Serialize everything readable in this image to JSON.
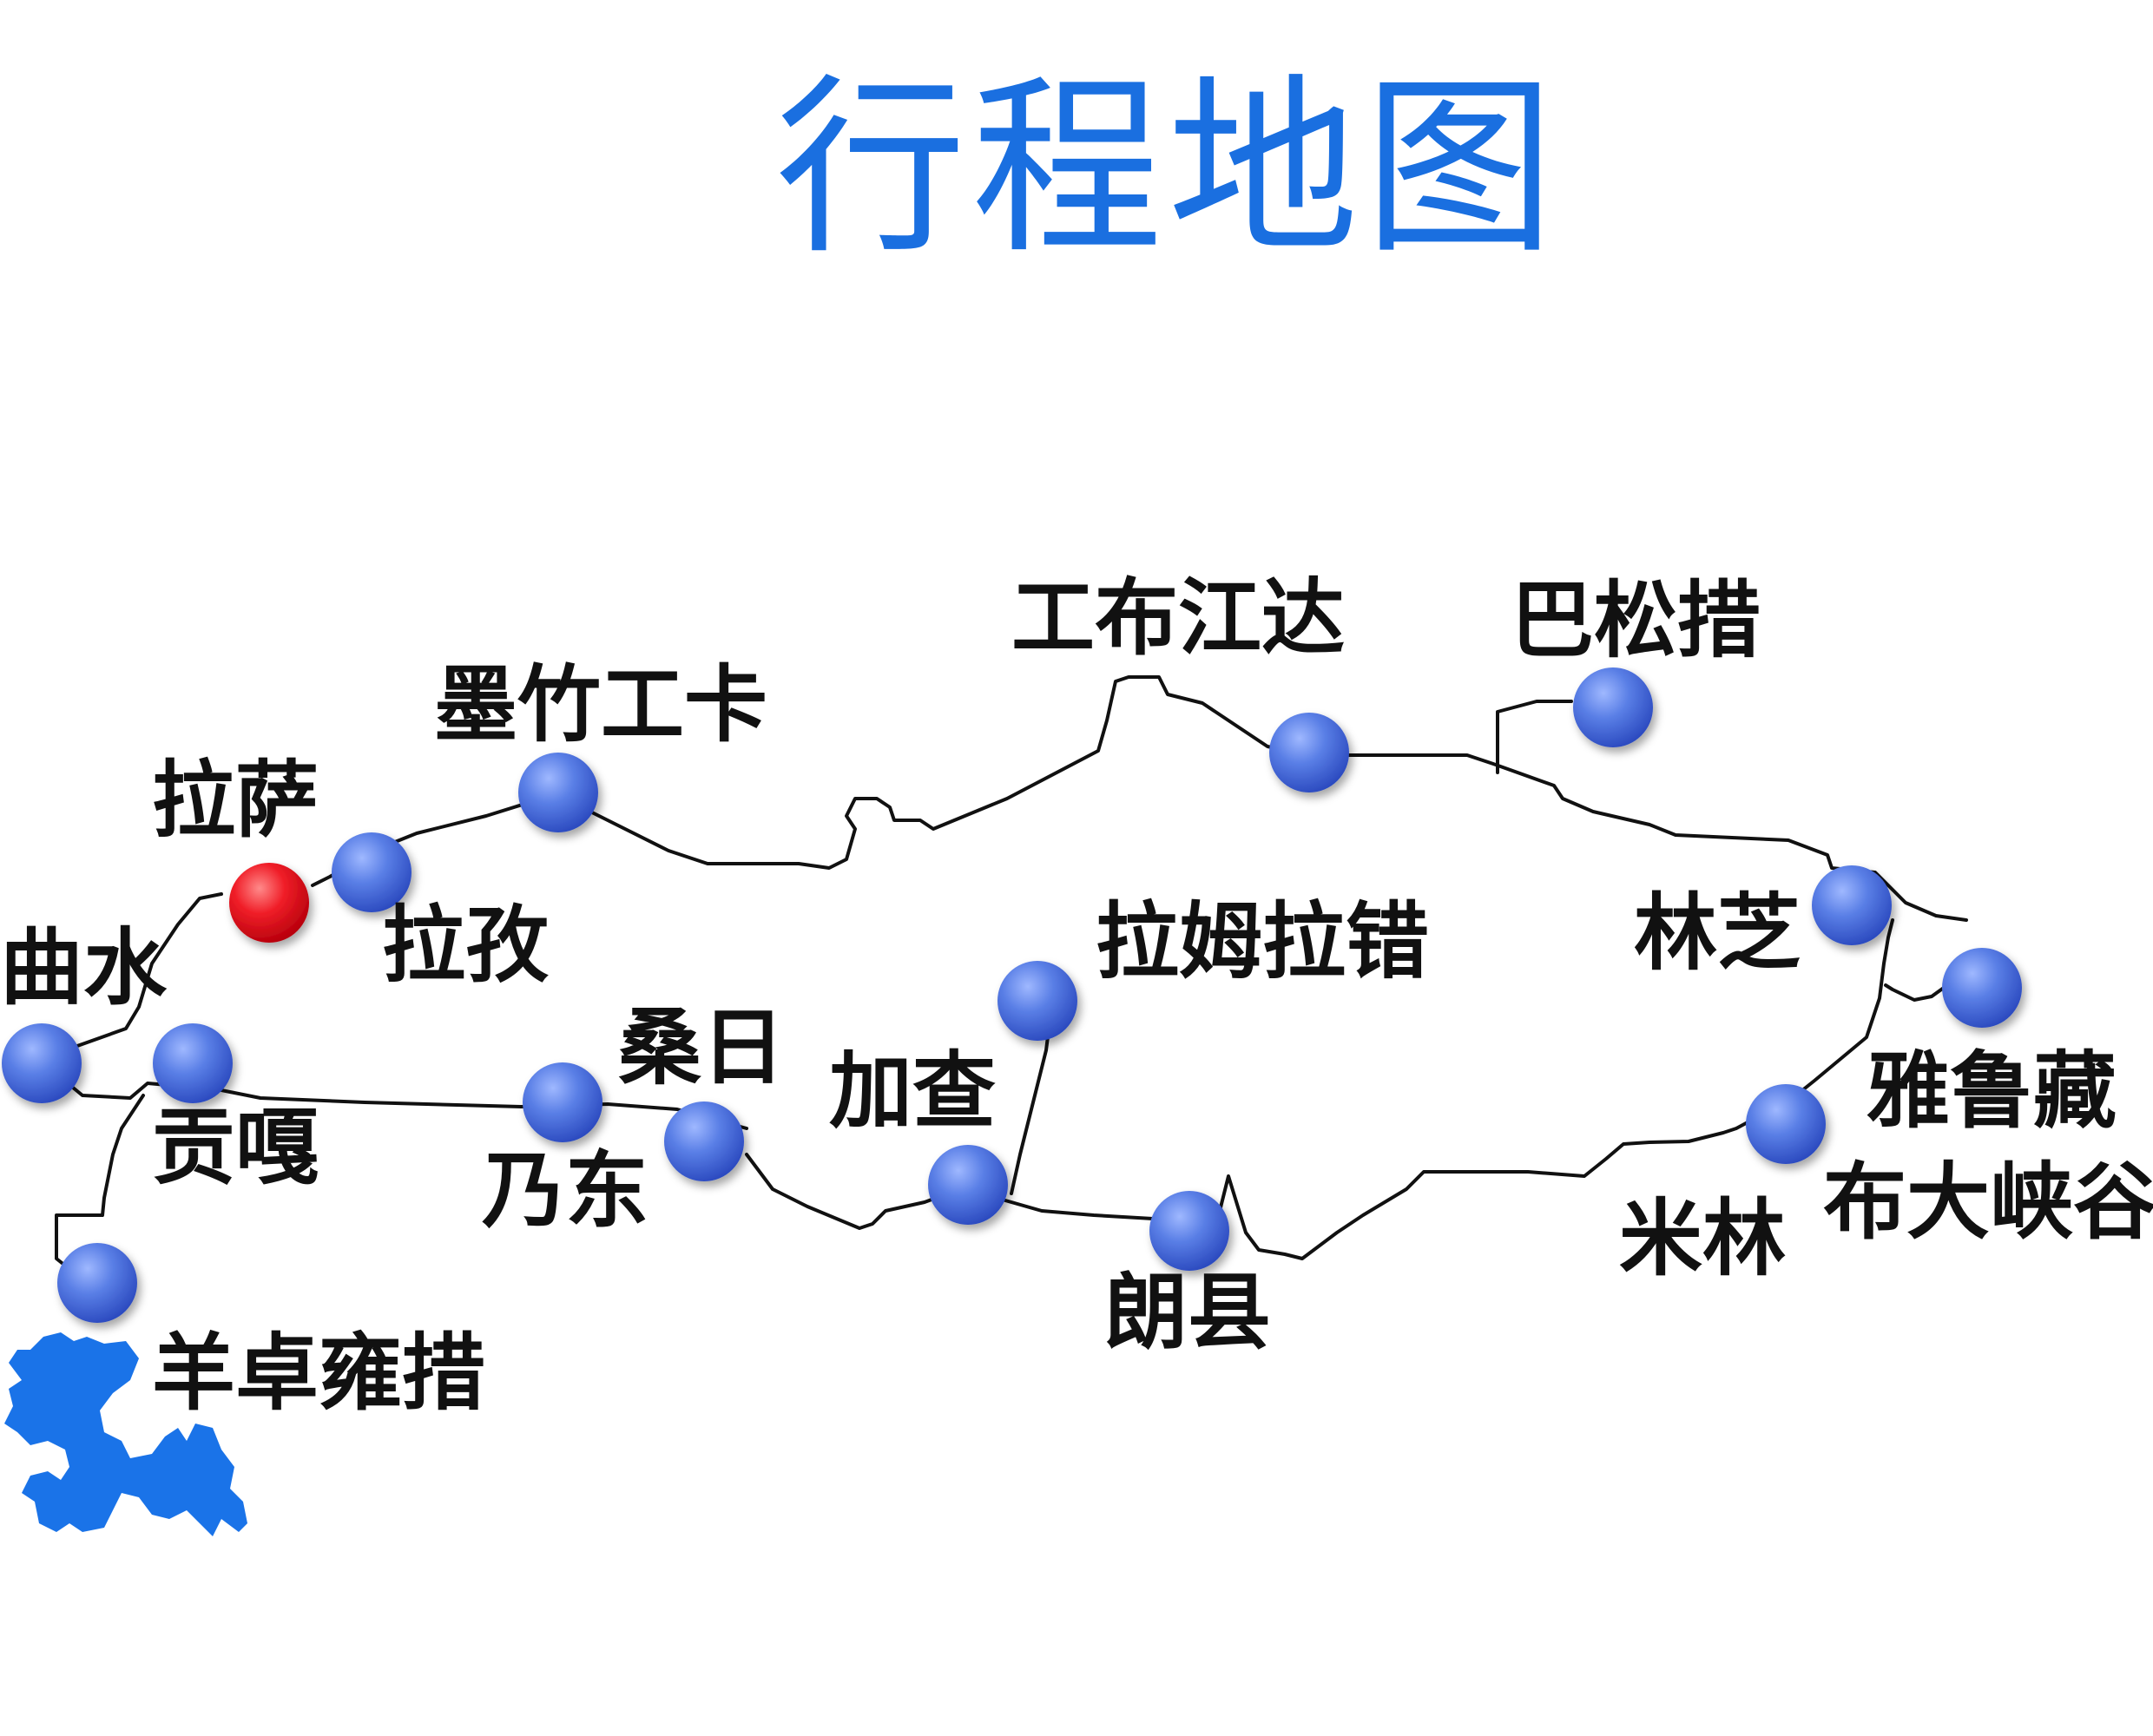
{
  "title": "行程地图",
  "colors": {
    "title": "#1a6fe0",
    "stop": "#4f73de",
    "current_stop": "#e0101a",
    "lake": "#1a73e8",
    "route": "#111111"
  },
  "stops": [
    {
      "id": "lasa",
      "name": "拉萨",
      "current": true
    },
    {
      "id": "qushui",
      "name": "曲水"
    },
    {
      "id": "gongga",
      "name": "贡嘎"
    },
    {
      "id": "yangzhuoyongcuo",
      "name": "羊卓雍措"
    },
    {
      "id": "lazi",
      "name": "拉孜"
    },
    {
      "id": "mozhugongka",
      "name": "墨竹工卡"
    },
    {
      "id": "naidong",
      "name": "乃东"
    },
    {
      "id": "sangri",
      "name": "桑日"
    },
    {
      "id": "jiacha",
      "name": "加查"
    },
    {
      "id": "lamulacuo",
      "name": "拉姆拉错"
    },
    {
      "id": "langxian",
      "name": "朗县"
    },
    {
      "id": "gongbujiangda",
      "name": "工布江达"
    },
    {
      "id": "basongcuo",
      "name": "巴松措"
    },
    {
      "id": "linzhi",
      "name": "林芝"
    },
    {
      "id": "yaluzangbudaxiagu",
      "name": "雅鲁藏布大峡谷",
      "label_lines": [
        "雅鲁藏",
        "布大峡谷"
      ]
    },
    {
      "id": "milin",
      "name": "米林"
    }
  ]
}
